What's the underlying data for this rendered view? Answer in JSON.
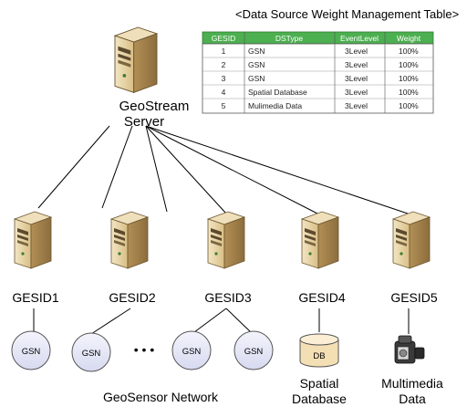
{
  "table": {
    "title": "<Data Source Weight Management Table>",
    "headers": [
      "GESID",
      "DSType",
      "EventLevel",
      "Weight"
    ],
    "rows": [
      [
        "1",
        "GSN",
        "3Level",
        "100%"
      ],
      [
        "2",
        "GSN",
        "3Level",
        "100%"
      ],
      [
        "3",
        "GSN",
        "3Level",
        "100%"
      ],
      [
        "4",
        "Spatial Database",
        "3Level",
        "100%"
      ],
      [
        "5",
        "Mulimedia Data",
        "3Level",
        "100%"
      ]
    ],
    "header_color": "#4caf50"
  },
  "server": {
    "label_line1": "GeoStream",
    "label_line2": "Server"
  },
  "gesids": [
    "GESID1",
    "GESID2",
    "GESID3",
    "GESID4",
    "GESID5"
  ],
  "gsn_nodes": [
    "GSN",
    "GSN",
    "GSN",
    "GSN"
  ],
  "ellipsis": "• • •",
  "db_label": "DB",
  "spatial_label": {
    "line1": "Spatial",
    "line2": "Database"
  },
  "multimedia_label": {
    "line1": "Multimedia",
    "line2": "Data"
  },
  "network_label": "GeoSensor Network",
  "icons": {
    "server": "server-tower-icon",
    "database": "database-cylinder-icon",
    "multimedia": "video-camera-icon"
  },
  "colors": {
    "gsn_fill": "#e6e8f6",
    "server_body": "#e8d3a4",
    "server_dark": "#b79a62",
    "db_fill": "#f4dfb4"
  }
}
